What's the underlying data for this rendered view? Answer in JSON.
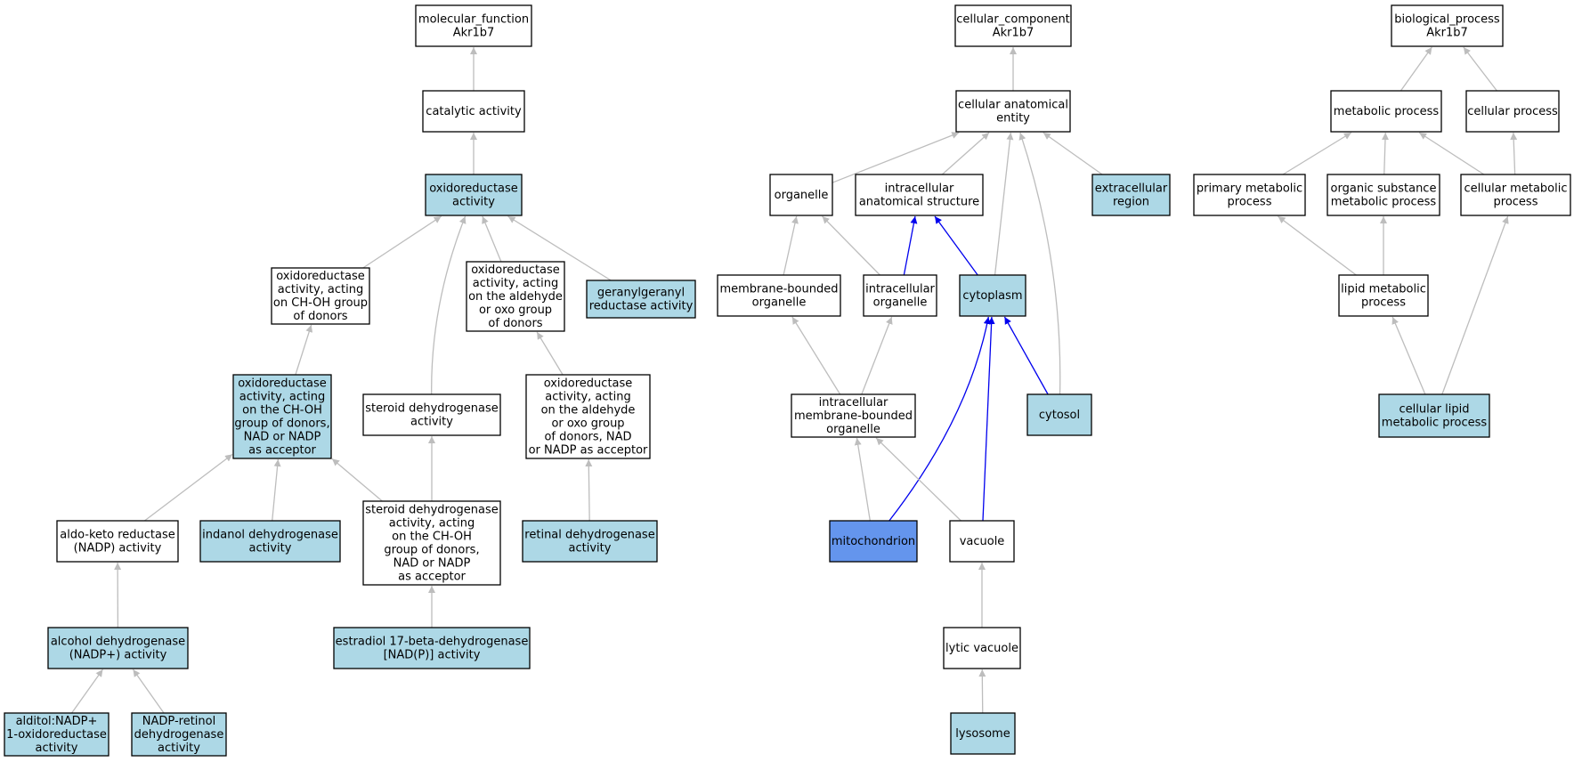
{
  "colors": {
    "plain": "#ffffff",
    "annotated": "#add8e6",
    "highlight": "#6495ed",
    "edge_gray": "#bdbdbd",
    "edge_blue": "#0000ee",
    "border": "#000000"
  },
  "nodes": [
    {
      "id": "mf_root",
      "label": [
        "molecular_function",
        "Akr1b7"
      ],
      "fill": "plain"
    },
    {
      "id": "catalytic",
      "label": [
        "catalytic activity"
      ],
      "fill": "plain"
    },
    {
      "id": "oxidoreductase",
      "label": [
        "oxidoreductase",
        "activity"
      ],
      "fill": "annotated"
    },
    {
      "id": "ox_choh",
      "label": [
        "oxidoreductase",
        "activity, acting",
        "on CH-OH group",
        "of donors"
      ],
      "fill": "plain"
    },
    {
      "id": "ox_aldehyde",
      "label": [
        "oxidoreductase",
        "activity, acting",
        "on the aldehyde",
        "or oxo group",
        "of donors"
      ],
      "fill": "plain"
    },
    {
      "id": "geranyl",
      "label": [
        "geranylgeranyl",
        "reductase activity"
      ],
      "fill": "annotated"
    },
    {
      "id": "ox_choh_nad",
      "label": [
        "oxidoreductase",
        "activity, acting",
        "on the CH-OH",
        "group of donors,",
        "NAD or NADP",
        "as acceptor"
      ],
      "fill": "annotated"
    },
    {
      "id": "steroid_dh",
      "label": [
        "steroid dehydrogenase",
        "activity"
      ],
      "fill": "plain"
    },
    {
      "id": "ox_aldehyde_nad",
      "label": [
        "oxidoreductase",
        "activity, acting",
        "on the aldehyde",
        "or oxo group",
        "of donors, NAD",
        "or NADP as acceptor"
      ],
      "fill": "plain"
    },
    {
      "id": "aldoketo",
      "label": [
        "aldo-keto reductase",
        "(NADP) activity"
      ],
      "fill": "plain"
    },
    {
      "id": "indanol",
      "label": [
        "indanol dehydrogenase",
        "activity"
      ],
      "fill": "annotated"
    },
    {
      "id": "steroid_dh_choh",
      "label": [
        "steroid dehydrogenase",
        "activity, acting",
        "on the CH-OH",
        "group of donors,",
        "NAD or NADP",
        "as acceptor"
      ],
      "fill": "plain"
    },
    {
      "id": "retinal_dh",
      "label": [
        "retinal dehydrogenase",
        "activity"
      ],
      "fill": "annotated"
    },
    {
      "id": "alcohol_dh",
      "label": [
        "alcohol dehydrogenase",
        "(NADP+) activity"
      ],
      "fill": "annotated"
    },
    {
      "id": "estradiol",
      "label": [
        "estradiol 17-beta-dehydrogenase",
        "[NAD(P)] activity"
      ],
      "fill": "annotated"
    },
    {
      "id": "alditol",
      "label": [
        "alditol:NADP+",
        "1-oxidoreductase",
        "activity"
      ],
      "fill": "annotated"
    },
    {
      "id": "nadp_retinol",
      "label": [
        "NADP-retinol",
        "dehydrogenase",
        "activity"
      ],
      "fill": "annotated"
    },
    {
      "id": "cc_root",
      "label": [
        "cellular_component",
        "Akr1b7"
      ],
      "fill": "plain"
    },
    {
      "id": "cae",
      "label": [
        "cellular anatomical",
        "entity"
      ],
      "fill": "plain"
    },
    {
      "id": "organelle",
      "label": [
        "organelle"
      ],
      "fill": "plain"
    },
    {
      "id": "ias",
      "label": [
        "intracellular",
        "anatomical structure"
      ],
      "fill": "plain"
    },
    {
      "id": "extracellular",
      "label": [
        "extracellular",
        "region"
      ],
      "fill": "annotated"
    },
    {
      "id": "mbo",
      "label": [
        "membrane-bounded",
        "organelle"
      ],
      "fill": "plain"
    },
    {
      "id": "io",
      "label": [
        "intracellular",
        "organelle"
      ],
      "fill": "plain"
    },
    {
      "id": "cytoplasm",
      "label": [
        "cytoplasm"
      ],
      "fill": "annotated"
    },
    {
      "id": "imbo",
      "label": [
        "intracellular",
        "membrane-bounded",
        "organelle"
      ],
      "fill": "plain"
    },
    {
      "id": "cytosol",
      "label": [
        "cytosol"
      ],
      "fill": "annotated"
    },
    {
      "id": "mitochondrion",
      "label": [
        "mitochondrion"
      ],
      "fill": "highlight"
    },
    {
      "id": "vacuole",
      "label": [
        "vacuole"
      ],
      "fill": "plain"
    },
    {
      "id": "lytic",
      "label": [
        "lytic vacuole"
      ],
      "fill": "plain"
    },
    {
      "id": "lysosome",
      "label": [
        "lysosome"
      ],
      "fill": "annotated"
    },
    {
      "id": "bp_root",
      "label": [
        "biological_process",
        "Akr1b7"
      ],
      "fill": "plain"
    },
    {
      "id": "metabolic",
      "label": [
        "metabolic process"
      ],
      "fill": "plain"
    },
    {
      "id": "cellular_proc",
      "label": [
        "cellular process"
      ],
      "fill": "plain"
    },
    {
      "id": "primary_met",
      "label": [
        "primary metabolic",
        "process"
      ],
      "fill": "plain"
    },
    {
      "id": "organic_met",
      "label": [
        "organic substance",
        "metabolic process"
      ],
      "fill": "plain"
    },
    {
      "id": "cell_met",
      "label": [
        "cellular metabolic",
        "process"
      ],
      "fill": "plain"
    },
    {
      "id": "lipid_met",
      "label": [
        "lipid metabolic",
        "process"
      ],
      "fill": "plain"
    },
    {
      "id": "cell_lipid",
      "label": [
        "cellular lipid",
        "metabolic process"
      ],
      "fill": "annotated"
    }
  ],
  "edges": [
    {
      "from": "catalytic",
      "to": "mf_root",
      "color": "gray"
    },
    {
      "from": "oxidoreductase",
      "to": "catalytic",
      "color": "gray"
    },
    {
      "from": "ox_choh",
      "to": "oxidoreductase",
      "color": "gray"
    },
    {
      "from": "ox_aldehyde",
      "to": "oxidoreductase",
      "color": "gray"
    },
    {
      "from": "geranyl",
      "to": "oxidoreductase",
      "color": "gray"
    },
    {
      "from": "steroid_dh",
      "to": "oxidoreductase",
      "color": "gray"
    },
    {
      "from": "ox_choh_nad",
      "to": "ox_choh",
      "color": "gray"
    },
    {
      "from": "ox_aldehyde_nad",
      "to": "ox_aldehyde",
      "color": "gray"
    },
    {
      "from": "aldoketo",
      "to": "ox_choh_nad",
      "color": "gray"
    },
    {
      "from": "indanol",
      "to": "ox_choh_nad",
      "color": "gray"
    },
    {
      "from": "steroid_dh_choh",
      "to": "ox_choh_nad",
      "color": "gray"
    },
    {
      "from": "steroid_dh_choh",
      "to": "steroid_dh",
      "color": "gray"
    },
    {
      "from": "retinal_dh",
      "to": "ox_aldehyde_nad",
      "color": "gray"
    },
    {
      "from": "alcohol_dh",
      "to": "aldoketo",
      "color": "gray"
    },
    {
      "from": "estradiol",
      "to": "steroid_dh_choh",
      "color": "gray"
    },
    {
      "from": "alditol",
      "to": "alcohol_dh",
      "color": "gray"
    },
    {
      "from": "nadp_retinol",
      "to": "alcohol_dh",
      "color": "gray"
    },
    {
      "from": "cae",
      "to": "cc_root",
      "color": "gray"
    },
    {
      "from": "organelle",
      "to": "cae",
      "color": "gray"
    },
    {
      "from": "ias",
      "to": "cae",
      "color": "gray"
    },
    {
      "from": "cytoplasm",
      "to": "cae",
      "color": "gray"
    },
    {
      "from": "cytosol",
      "to": "cae",
      "color": "gray"
    },
    {
      "from": "extracellular",
      "to": "cae",
      "color": "gray"
    },
    {
      "from": "mbo",
      "to": "organelle",
      "color": "gray"
    },
    {
      "from": "io",
      "to": "organelle",
      "color": "gray"
    },
    {
      "from": "io",
      "to": "ias",
      "color": "blue"
    },
    {
      "from": "cytoplasm",
      "to": "ias",
      "color": "blue"
    },
    {
      "from": "imbo",
      "to": "mbo",
      "color": "gray"
    },
    {
      "from": "imbo",
      "to": "io",
      "color": "gray"
    },
    {
      "from": "mitochondrion",
      "to": "cytoplasm",
      "color": "blue"
    },
    {
      "from": "vacuole",
      "to": "cytoplasm",
      "color": "blue"
    },
    {
      "from": "cytosol",
      "to": "cytoplasm",
      "color": "blue"
    },
    {
      "from": "mitochondrion",
      "to": "imbo",
      "color": "gray"
    },
    {
      "from": "vacuole",
      "to": "imbo",
      "color": "gray"
    },
    {
      "from": "lytic",
      "to": "vacuole",
      "color": "gray"
    },
    {
      "from": "lysosome",
      "to": "lytic",
      "color": "gray"
    },
    {
      "from": "metabolic",
      "to": "bp_root",
      "color": "gray"
    },
    {
      "from": "cellular_proc",
      "to": "bp_root",
      "color": "gray"
    },
    {
      "from": "primary_met",
      "to": "metabolic",
      "color": "gray"
    },
    {
      "from": "organic_met",
      "to": "metabolic",
      "color": "gray"
    },
    {
      "from": "cell_met",
      "to": "metabolic",
      "color": "gray"
    },
    {
      "from": "cell_met",
      "to": "cellular_proc",
      "color": "gray"
    },
    {
      "from": "lipid_met",
      "to": "primary_met",
      "color": "gray"
    },
    {
      "from": "lipid_met",
      "to": "organic_met",
      "color": "gray"
    },
    {
      "from": "cell_lipid",
      "to": "lipid_met",
      "color": "gray"
    },
    {
      "from": "cell_lipid",
      "to": "cell_met",
      "color": "gray"
    }
  ]
}
